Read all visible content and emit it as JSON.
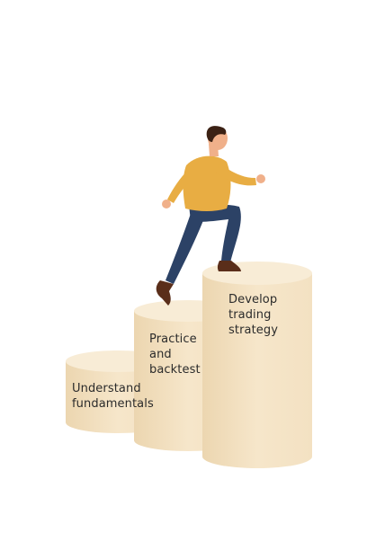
{
  "steps": [
    {
      "lines": [
        "Understand",
        "fundamentals"
      ]
    },
    {
      "lines": [
        "Practice",
        "and",
        "backtest"
      ]
    },
    {
      "lines": [
        "Develop",
        "trading",
        "strategy"
      ]
    }
  ],
  "colors": {
    "cylinder_top": "#f8ecd6",
    "cylinder_side": "#f1dfbe",
    "cylinder_shade": "#e6cfa6",
    "shirt": "#e8ad43",
    "pants": "#2c4266",
    "skin": "#f0b08a",
    "hair": "#3b2114",
    "shoes": "#5a2e1a"
  },
  "icons": [
    "person-climbing-icon"
  ]
}
